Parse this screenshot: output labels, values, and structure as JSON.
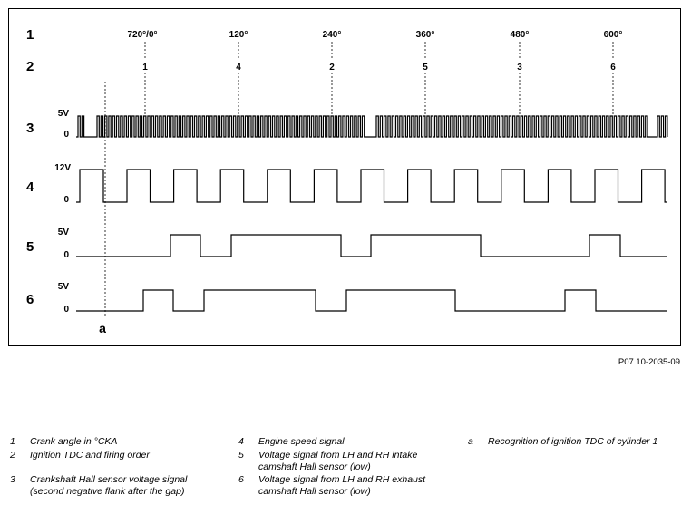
{
  "rows": [
    {
      "num": "1"
    },
    {
      "num": "2"
    },
    {
      "num": "3",
      "high": "5V",
      "low": "0"
    },
    {
      "num": "4",
      "high": "12V",
      "low": "0"
    },
    {
      "num": "5",
      "high": "5V",
      "low": "0"
    },
    {
      "num": "6",
      "high": "5V",
      "low": "0"
    }
  ],
  "crank_angles": [
    "720°/0°",
    "120°",
    "240°",
    "360°",
    "480°",
    "600°"
  ],
  "firing_order": [
    "1",
    "4",
    "2",
    "5",
    "3",
    "6"
  ],
  "marker_a": "a",
  "doc_code": "P07.10-2035-09",
  "legend": [
    {
      "num": "1",
      "lines": [
        "Crank angle in °CKA"
      ]
    },
    {
      "num": "2",
      "lines": [
        "Ignition TDC and firing order"
      ]
    },
    {
      "num": "3",
      "lines": [
        "Crankshaft Hall sensor voltage signal",
        "(second negative flank after the gap)"
      ]
    },
    {
      "num": "4",
      "lines": [
        "Engine speed signal"
      ]
    },
    {
      "num": "5",
      "lines": [
        "Voltage signal from LH and RH intake",
        "camshaft Hall sensor (low)"
      ]
    },
    {
      "num": "6",
      "lines": [
        "Voltage signal from LH and RH exhaust",
        "camshaft Hall sensor (low)"
      ]
    },
    {
      "num": "a",
      "lines": [
        "Recognition of ignition TDC of cylinder 1"
      ]
    }
  ]
}
